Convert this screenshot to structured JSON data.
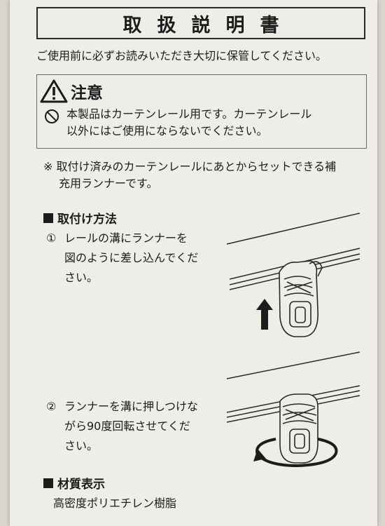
{
  "title": "取扱説明書",
  "intro": "ご使用前に必ずお読みいただき大切に保管してください。",
  "caution": {
    "heading": "注意",
    "line1": "本製品はカーテンレール用です。カーテンレール",
    "line2": "以外にはご使用にならないでください。"
  },
  "note": {
    "line1": "※ 取付け済みのカーテンレールにあとからセットできる補",
    "line2": "充用ランナーです。"
  },
  "install": {
    "heading": "取付け方法",
    "step1": {
      "num": "①",
      "line1": "レールの溝にランナーを",
      "line2": "図のように差し込んでくだ",
      "line3": "さい。"
    },
    "step2": {
      "num": "②",
      "line1": "ランナーを溝に押しつけな",
      "line2": "がら90度回転させてくだ",
      "line3": "さい。"
    }
  },
  "material": {
    "heading": "材質表示",
    "value": "高密度ポリエチレン樹脂"
  }
}
